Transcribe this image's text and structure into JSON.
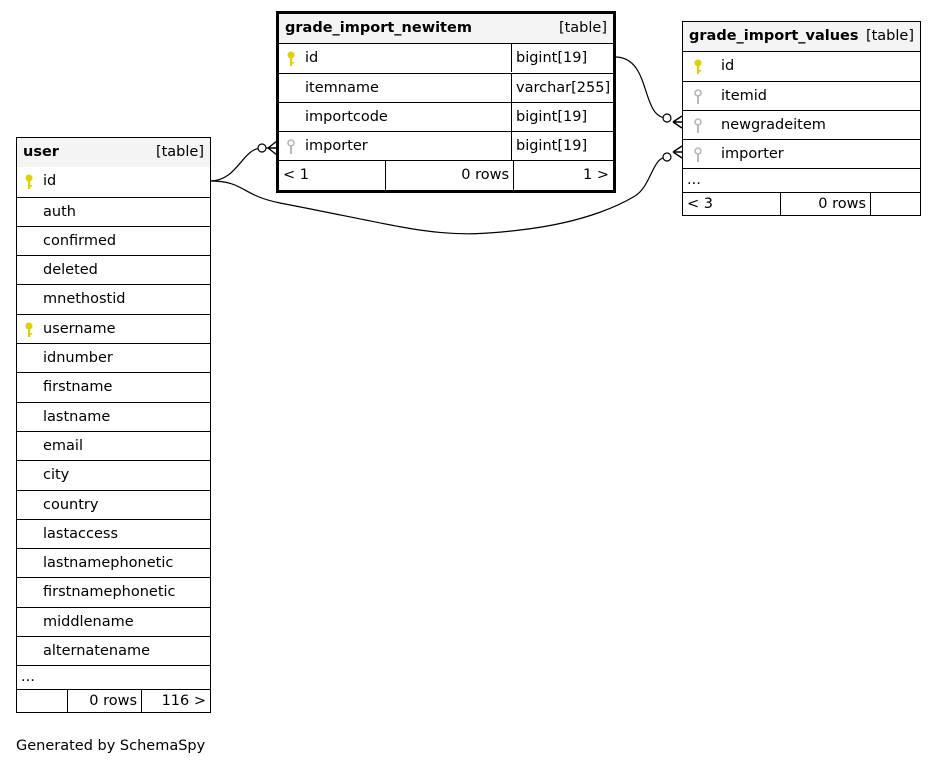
{
  "tables": {
    "user": {
      "name": "user",
      "type_label": "[table]",
      "columns": [
        "id",
        "auth",
        "confirmed",
        "deleted",
        "mnethostid",
        "username",
        "idnumber",
        "firstname",
        "lastname",
        "email",
        "city",
        "country",
        "lastaccess",
        "lastnamephonetic",
        "firstnamephonetic",
        "middlename",
        "alternatename"
      ],
      "primary_key_columns": [
        "id",
        "username"
      ],
      "ellipsis": "...",
      "footer": {
        "left": "",
        "middle": "0 rows",
        "right": "116 >"
      }
    },
    "grade_import_newitem": {
      "name": "grade_import_newitem",
      "type_label": "[table]",
      "columns": [
        {
          "name": "id",
          "type": "bigint[19]",
          "key": "primary"
        },
        {
          "name": "itemname",
          "type": "varchar[255]",
          "key": "none"
        },
        {
          "name": "importcode",
          "type": "bigint[19]",
          "key": "none"
        },
        {
          "name": "importer",
          "type": "bigint[19]",
          "key": "foreign"
        }
      ],
      "footer": {
        "left": "< 1",
        "middle": "0 rows",
        "right": "1 >"
      }
    },
    "grade_import_values": {
      "name": "grade_import_values",
      "type_label": "[table]",
      "columns": [
        {
          "name": "id",
          "key": "primary"
        },
        {
          "name": "itemid",
          "key": "foreign"
        },
        {
          "name": "newgradeitem",
          "key": "foreign"
        },
        {
          "name": "importer",
          "key": "foreign"
        }
      ],
      "ellipsis": "...",
      "footer": {
        "left": "< 3",
        "middle": "0 rows",
        "right": ""
      }
    }
  },
  "relationships": [
    {
      "from": "grade_import_newitem.importer",
      "to": "user.id"
    },
    {
      "from": "grade_import_values.importer",
      "to": "user.id"
    },
    {
      "from": "grade_import_values.newgradeitem",
      "to": "grade_import_newitem.id"
    }
  ],
  "colors": {
    "primary_key": "#e0d000",
    "foreign_key": "#b8b8b8",
    "header_bg": "#f4f4f4"
  },
  "footer_text": "Generated by SchemaSpy"
}
